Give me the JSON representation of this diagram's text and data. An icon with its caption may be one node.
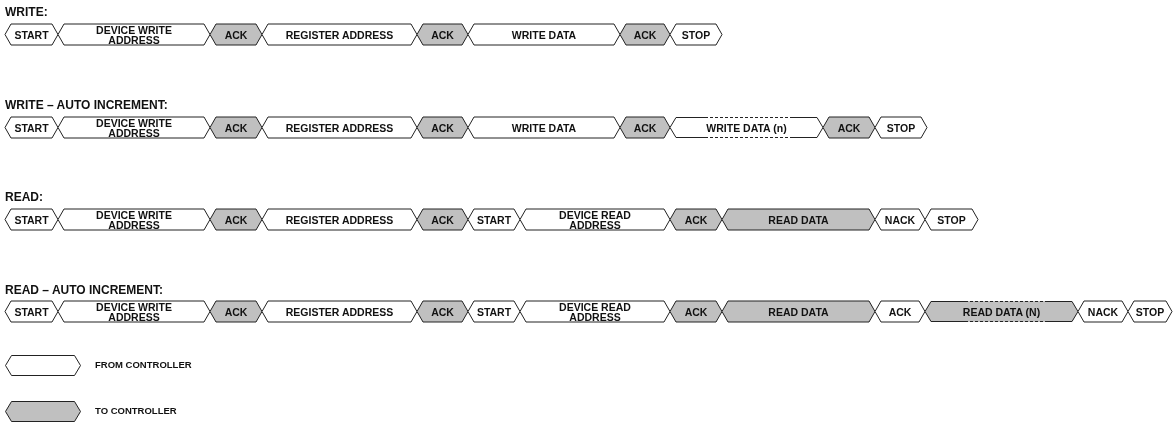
{
  "diagram": {
    "nodes": [
      {
        "text": [
          "START"
        ]
      },
      {
        "text": [
          "DEVICE WRITE ADDRESS"
        ]
      },
      {
        "text": [
          "ACK"
        ]
      },
      {
        "text": [
          "REGISTER ADDRESS"
        ]
      },
      {
        "text": [
          "ACK"
        ]
      },
      {
        "text": [
          "WRITE DATA"
        ]
      },
      {
        "text": [
          "ACK"
        ]
      },
      {
        "text": [
          "STOP"
        ]
      },
      {
        "text": [
          "START"
        ]
      },
      {
        "text": [
          "DEVICE WRITE ADDRESS"
        ]
      },
      {
        "text": [
          "ACK"
        ]
      },
      {
        "text": [
          "REGISTER ADDRESS"
        ]
      },
      {
        "text": [
          "ACK"
        ]
      },
      {
        "text": [
          "WRITE DATA"
        ]
      },
      {
        "text": [
          "ACK"
        ]
      },
      {
        "text": [
          "WRITE DATA (n)"
        ]
      },
      {
        "text": [
          "ACK"
        ]
      },
      {
        "text": [
          "STOP"
        ]
      },
      {
        "text": [
          "START"
        ]
      },
      {
        "text": [
          "DEVICE WRITE ADDRESS"
        ]
      },
      {
        "text": [
          "ACK"
        ]
      },
      {
        "text": [
          "REGISTER ADDRESS"
        ]
      },
      {
        "text": [
          "ACK"
        ]
      },
      {
        "text": [
          "START"
        ]
      },
      {
        "text": [
          "DEVICE READ ADDRESS"
        ]
      },
      {
        "text": [
          "ACK"
        ]
      },
      {
        "text": [
          "READ DATA"
        ]
      },
      {
        "text": [
          "NACK"
        ]
      },
      {
        "text": [
          "STOP"
        ]
      },
      {
        "text": [
          "START"
        ]
      },
      {
        "text": [
          "DEVICE WRITE ADDRESS"
        ]
      },
      {
        "text": [
          "ACK"
        ]
      },
      {
        "text": [
          "REGISTER ADDRESS"
        ]
      },
      {
        "text": [
          "ACK"
        ]
      },
      {
        "text": [
          "START"
        ]
      },
      {
        "text": [
          "DEVICE READ ADDRESS"
        ]
      },
      {
        "text": [
          "ACK"
        ]
      },
      {
        "text": [
          "READ DATA"
        ]
      },
      {
        "text": [
          "ACK"
        ]
      },
      {
        "text": [
          "READ DATA (N)"
        ]
      },
      {
        "text": [
          "NACK"
        ]
      },
      {
        "text": [
          "STOP"
        ]
      }
    ],
    "labels": [
      "WRITE:",
      "WRITE – AUTO INCREMENT:",
      "READ:",
      "READ – AUTO INCREMENT:"
    ],
    "legend": [
      {
        "text": "FROM CONTROLLER",
        "color": "#ffffff"
      },
      {
        "text": "TO CONTROLLER",
        "color": "#c0c0c0"
      }
    ]
  }
}
